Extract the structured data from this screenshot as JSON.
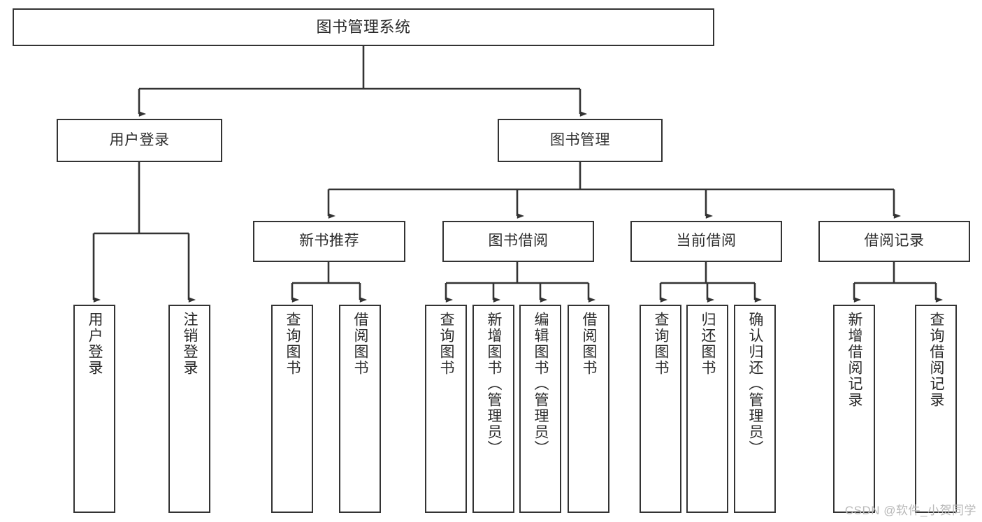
{
  "diagram": {
    "type": "tree-hierarchy-chart",
    "title_node": {
      "label": "图书管理系统"
    },
    "level2": [
      {
        "id": "user-login",
        "label": "用户登录"
      },
      {
        "id": "book-management",
        "label": "图书管理"
      }
    ],
    "level3": [
      {
        "id": "new-book-recommend",
        "label": "新书推荐"
      },
      {
        "id": "book-borrow",
        "label": "图书借阅"
      },
      {
        "id": "current-borrow",
        "label": "当前借阅"
      },
      {
        "id": "borrow-record",
        "label": "借阅记录"
      }
    ],
    "leaves": {
      "user_login": [
        {
          "id": "leaf-user-login",
          "label": "用户登录"
        },
        {
          "id": "leaf-logout-login",
          "label": "注销登录"
        }
      ],
      "new_book_recommend": [
        {
          "id": "leaf-query-book-1",
          "label": "查询图书"
        },
        {
          "id": "leaf-borrow-book-1",
          "label": "借阅图书"
        }
      ],
      "book_borrow": [
        {
          "id": "leaf-query-book-2",
          "label": "查询图书"
        },
        {
          "id": "leaf-add-book",
          "label": "新增图书（管理员）"
        },
        {
          "id": "leaf-edit-book",
          "label": "编辑图书（管理员）"
        },
        {
          "id": "leaf-borrow-book-2",
          "label": "借阅图书"
        }
      ],
      "current_borrow": [
        {
          "id": "leaf-query-book-3",
          "label": "查询图书"
        },
        {
          "id": "leaf-return-book",
          "label": "归还图书"
        },
        {
          "id": "leaf-confirm-return",
          "label": "确认归还（管理员）"
        }
      ],
      "borrow_record": [
        {
          "id": "leaf-add-record",
          "label": "新增借阅记录"
        },
        {
          "id": "leaf-query-record",
          "label": "查询借阅记录"
        }
      ]
    },
    "watermark": "CSDN @软件_小贺同学",
    "colors": {
      "box_border": "#333333",
      "box_fill": "#ffffff",
      "connector": "#333333",
      "text": "#2b2b2b",
      "watermark": "#b9b9b9",
      "background": "#ffffff"
    }
  }
}
